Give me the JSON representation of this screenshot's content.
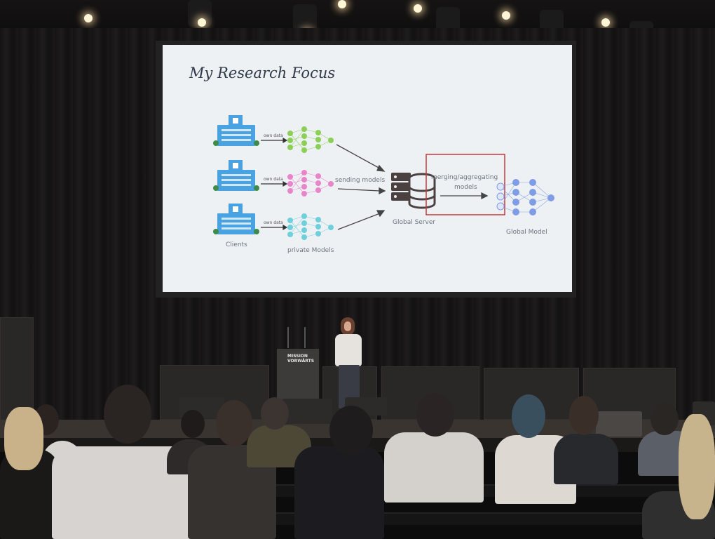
{
  "slide": {
    "title": "My Research Focus",
    "labels": {
      "own_data_1": "own data",
      "own_data_2": "own data",
      "own_data_3": "own data",
      "sending_models": "sending models",
      "merging": "merging/aggregating",
      "models": "models",
      "global_server": "Global Server",
      "global_model": "Global Model",
      "clients": "Clients",
      "private_models": "private Models"
    },
    "colors": {
      "background": "#eef1f4",
      "green": "#8ccf57",
      "pink": "#e884c8",
      "cyan": "#6fd0dc",
      "blue": "#7f9ce6",
      "red_box": "#c23b3b",
      "building": "#4aa3e0"
    }
  },
  "podium": {
    "label": "MISSION VORWÄRTS"
  }
}
